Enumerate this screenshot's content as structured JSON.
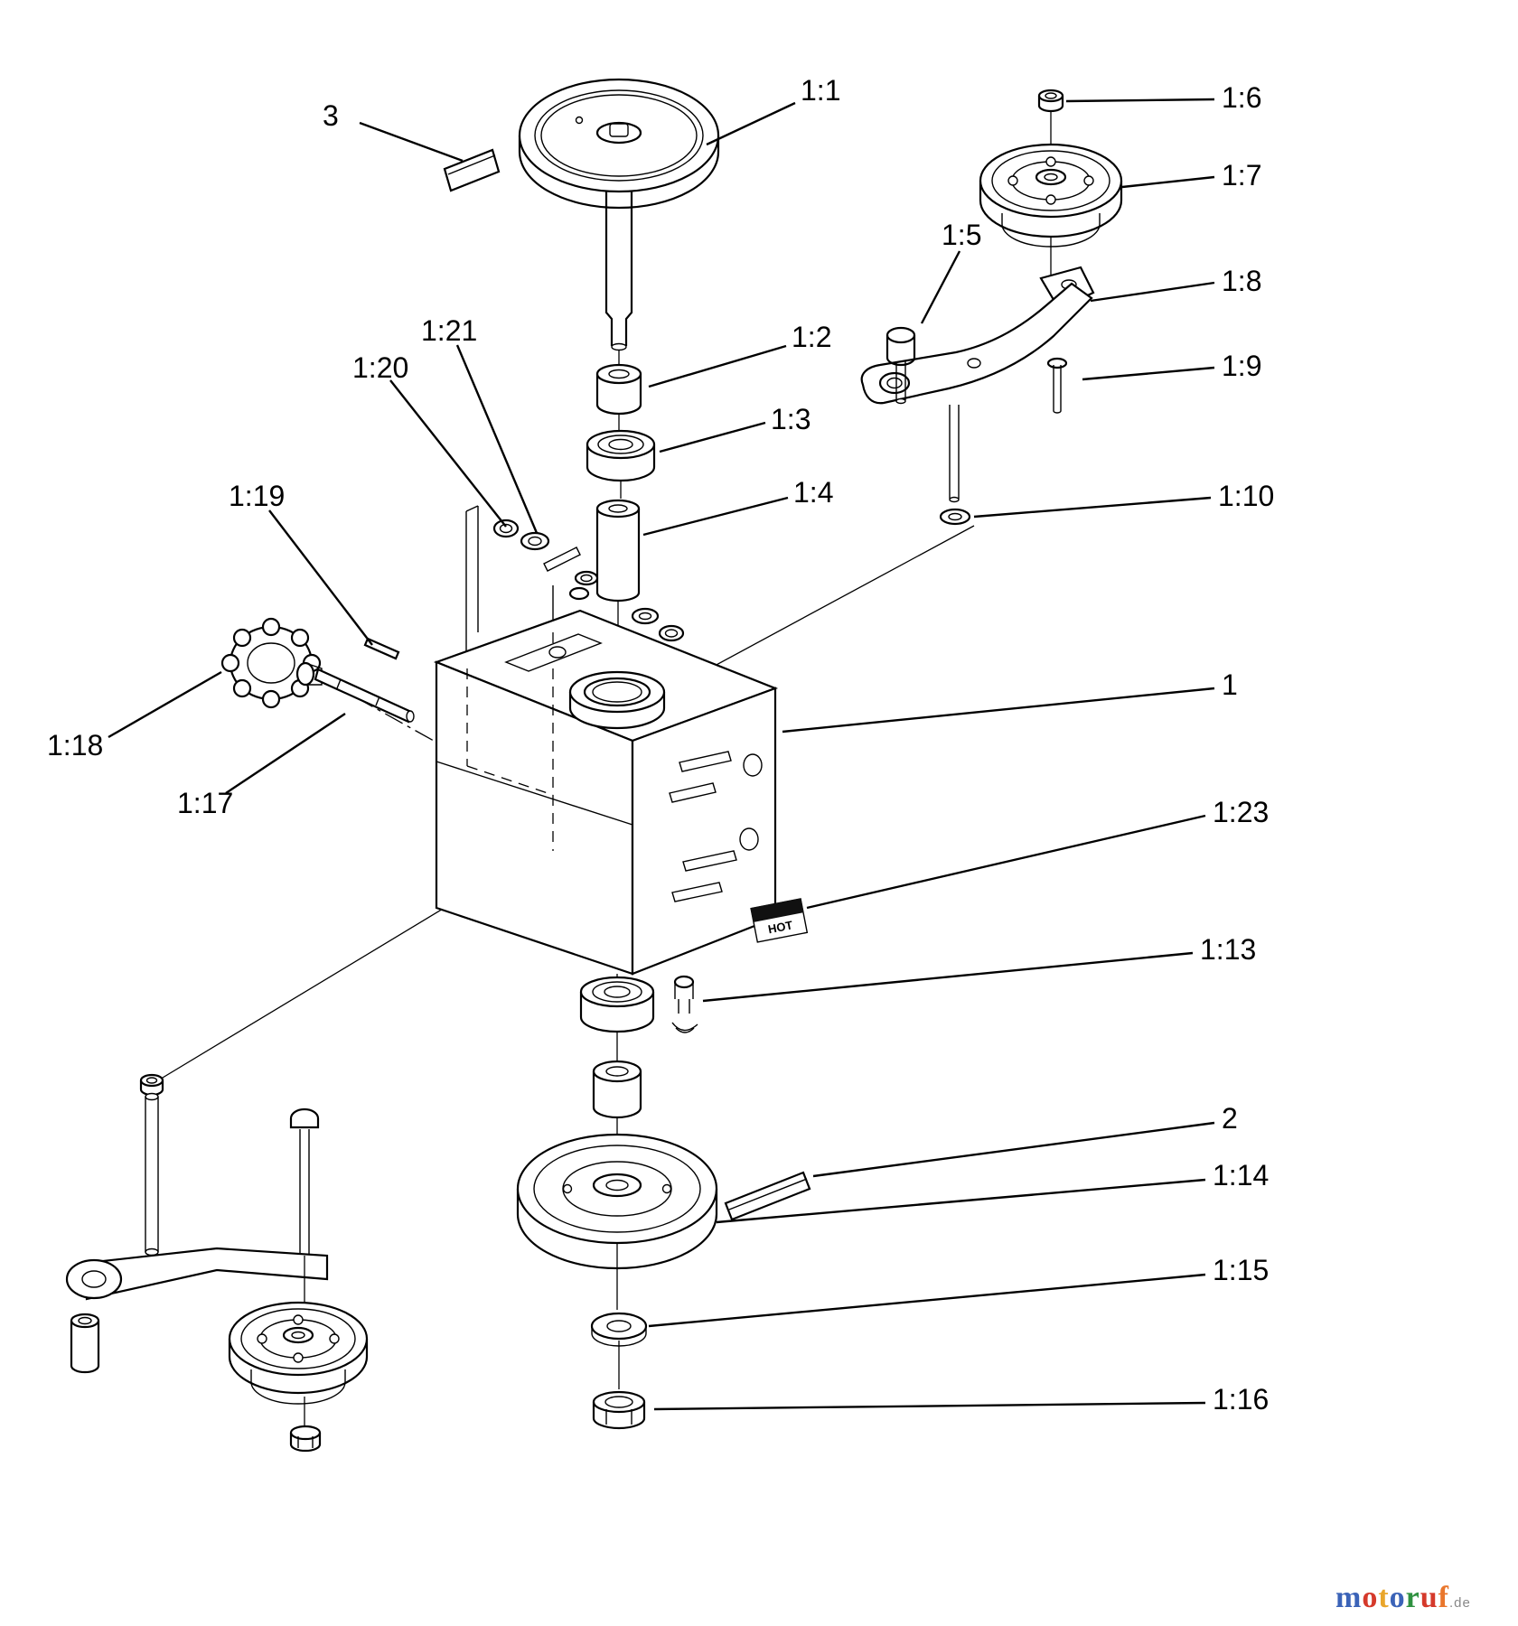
{
  "warning_label": {
    "text": "HOT"
  },
  "watermark": {
    "letters": [
      {
        "ch": "m",
        "color": "#3b63b8"
      },
      {
        "ch": "o",
        "color": "#d5392b"
      },
      {
        "ch": "t",
        "color": "#e9a62c"
      },
      {
        "ch": "o",
        "color": "#3b63b8"
      },
      {
        "ch": "r",
        "color": "#2f9140"
      },
      {
        "ch": "u",
        "color": "#d5392b"
      },
      {
        "ch": "f",
        "color": "#e9762c"
      }
    ],
    "suffix": ".de"
  },
  "callouts": [
    {
      "id": "3",
      "label": "3"
    },
    {
      "id": "1:1",
      "label": "1:1"
    },
    {
      "id": "1:6",
      "label": "1:6"
    },
    {
      "id": "1:7",
      "label": "1:7"
    },
    {
      "id": "1:5",
      "label": "1:5"
    },
    {
      "id": "1:8",
      "label": "1:8"
    },
    {
      "id": "1:9",
      "label": "1:9"
    },
    {
      "id": "1:21",
      "label": "1:21"
    },
    {
      "id": "1:2",
      "label": "1:2"
    },
    {
      "id": "1:20",
      "label": "1:20"
    },
    {
      "id": "1:3",
      "label": "1:3"
    },
    {
      "id": "1:4",
      "label": "1:4"
    },
    {
      "id": "1:10",
      "label": "1:10"
    },
    {
      "id": "1:19",
      "label": "1:19"
    },
    {
      "id": "1",
      "label": "1"
    },
    {
      "id": "1:18",
      "label": "1:18"
    },
    {
      "id": "1:17",
      "label": "1:17"
    },
    {
      "id": "1:23",
      "label": "1:23"
    },
    {
      "id": "1:13",
      "label": "1:13"
    },
    {
      "id": "2",
      "label": "2"
    },
    {
      "id": "1:14",
      "label": "1:14"
    },
    {
      "id": "1:15",
      "label": "1:15"
    },
    {
      "id": "1:16",
      "label": "1:16"
    }
  ]
}
